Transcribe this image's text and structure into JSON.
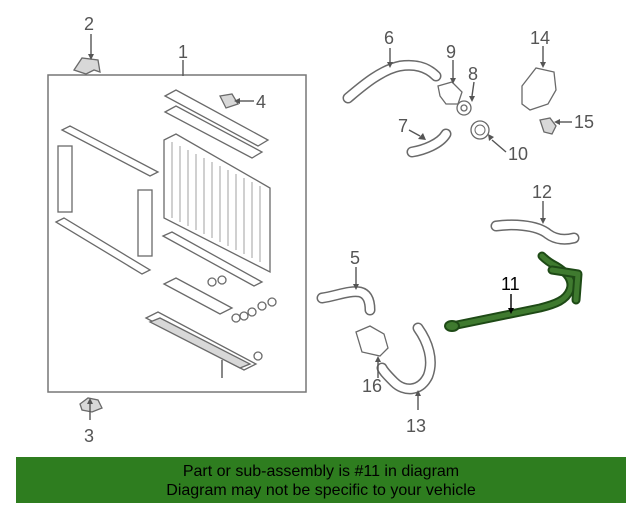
{
  "callouts": {
    "c1": "1",
    "c2": "2",
    "c3": "3",
    "c4": "4",
    "c5": "5",
    "c6": "6",
    "c7": "7",
    "c8": "8",
    "c9": "9",
    "c10": "10",
    "c11": "11",
    "c12": "12",
    "c13": "13",
    "c14": "14",
    "c15": "15",
    "c16": "16"
  },
  "highlight_part": "11",
  "highlight_color": "#2e6b22",
  "banner": {
    "line1": "Part or sub-assembly is #11 in diagram",
    "line2": "Diagram may not be specific to your vehicle",
    "color": "#2e7d1f"
  }
}
